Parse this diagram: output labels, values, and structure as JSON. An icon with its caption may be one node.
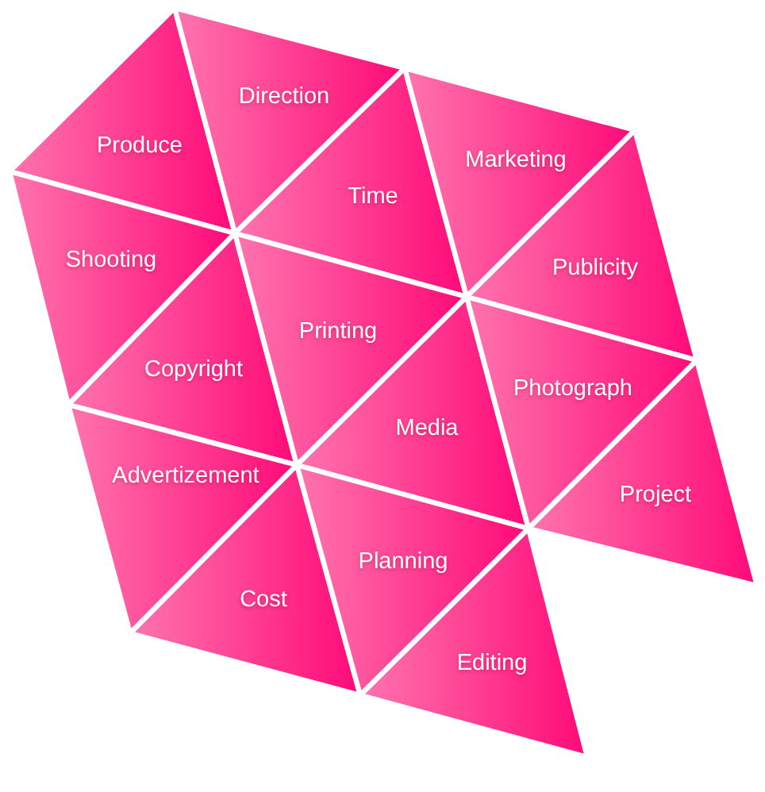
{
  "diagram": {
    "nodes": [
      {
        "text": [
          "Produce"
        ]
      },
      {
        "text": [
          "Direction"
        ]
      },
      {
        "text": [
          "Time"
        ]
      },
      {
        "text": [
          "Marketing"
        ]
      },
      {
        "text": [
          "Publicity"
        ]
      },
      {
        "text": [
          "Shooting"
        ]
      },
      {
        "text": [
          "Copyright"
        ]
      },
      {
        "text": [
          "Printing"
        ]
      },
      {
        "text": [
          "Media"
        ]
      },
      {
        "text": [
          "Photograph"
        ]
      },
      {
        "text": [
          "Project"
        ]
      },
      {
        "text": [
          "Advertizement"
        ]
      },
      {
        "text": [
          "Cost"
        ]
      },
      {
        "text": [
          "Planning"
        ]
      },
      {
        "text": [
          "Editing"
        ]
      }
    ]
  }
}
